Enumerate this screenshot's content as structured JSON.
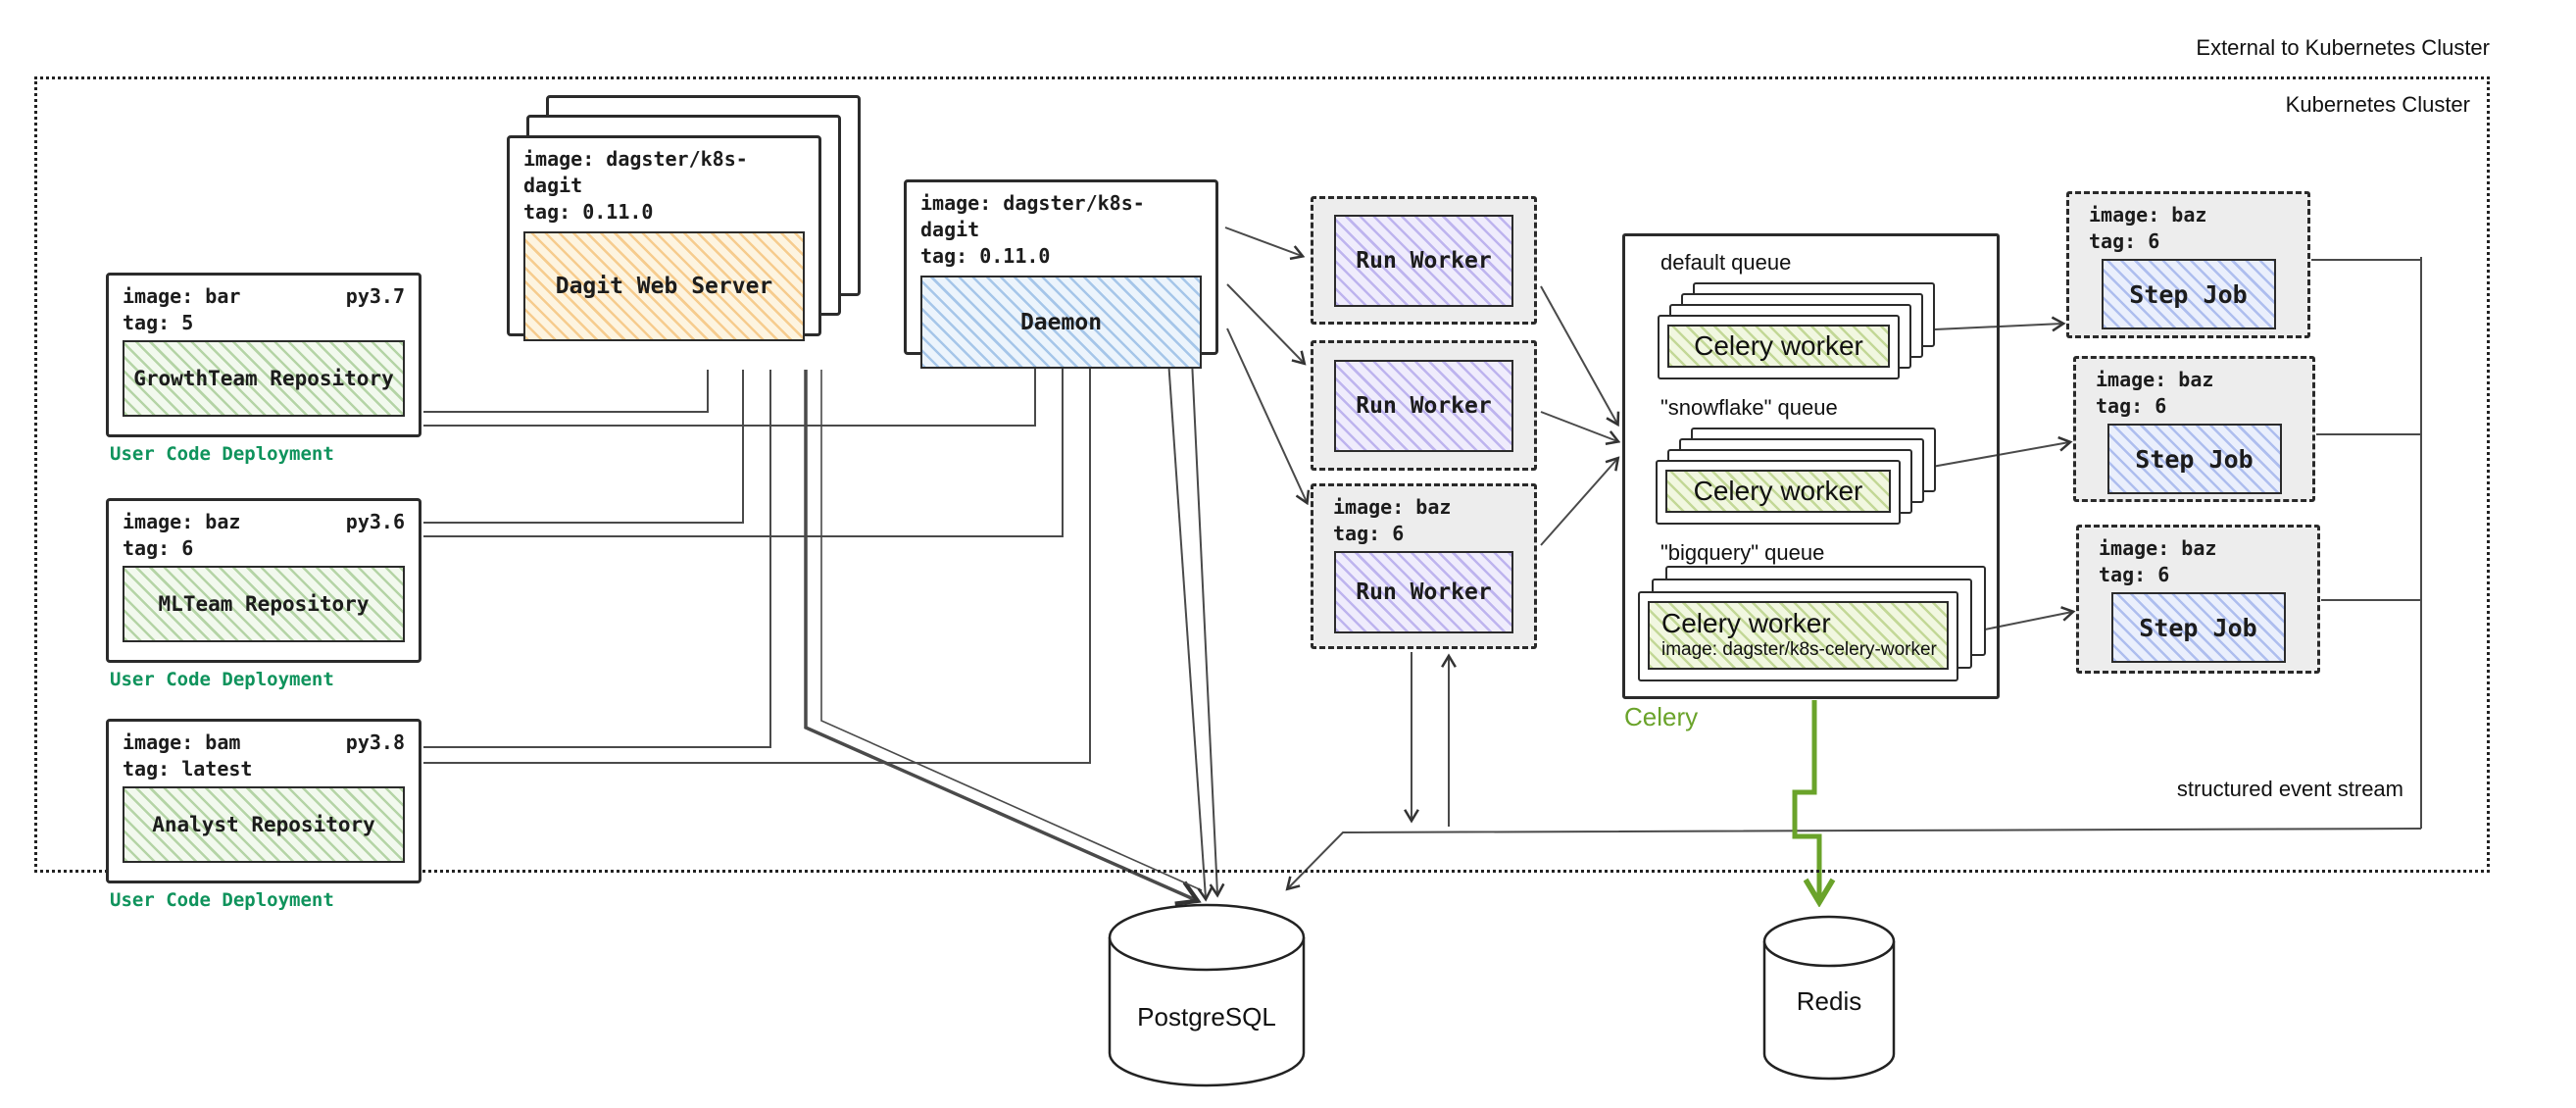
{
  "labels": {
    "external": "External to Kubernetes Cluster",
    "cluster": "Kubernetes Cluster",
    "event_stream": "structured event stream"
  },
  "repos": [
    {
      "image": "image: bar",
      "py": "py3.7",
      "tag": "tag: 5",
      "name": "GrowthTeam Repository",
      "caption": "User Code Deployment"
    },
    {
      "image": "image: baz",
      "py": "py3.6",
      "tag": "tag: 6",
      "name": "MLTeam Repository",
      "caption": "User Code Deployment"
    },
    {
      "image": "image: bam",
      "py": "py3.8",
      "tag": "tag: latest",
      "name": "Analyst Repository",
      "caption": "User Code Deployment"
    }
  ],
  "dagit": {
    "image": "image: dagster/k8s-dagit",
    "tag": "tag: 0.11.0",
    "label": "Dagit Web Server"
  },
  "daemon": {
    "image": "image: dagster/k8s-dagit",
    "tag": "tag: 0.11.0",
    "label": "Daemon"
  },
  "run_workers": [
    {
      "label": "Run Worker"
    },
    {
      "label": "Run Worker"
    },
    {
      "label": "Run Worker",
      "image": "image: baz",
      "tag": "tag: 6"
    }
  ],
  "celery": {
    "label": "Celery",
    "queues": [
      {
        "name": "default queue",
        "worker": "Celery worker"
      },
      {
        "name": "\"snowflake\" queue",
        "worker": "Celery worker"
      },
      {
        "name": "\"bigquery\" queue",
        "worker": "Celery worker",
        "worker_image": "image: dagster/k8s-celery-worker"
      }
    ]
  },
  "step_jobs": [
    {
      "image": "image: baz",
      "tag": "tag: 6",
      "label": "Step Job"
    },
    {
      "image": "image: baz",
      "tag": "tag: 6",
      "label": "Step Job"
    },
    {
      "image": "image: baz",
      "tag": "tag: 6",
      "label": "Step Job"
    }
  ],
  "databases": {
    "postgres": "PostgreSQL",
    "redis": "Redis"
  },
  "colors": {
    "celery_green": "#6aa32a",
    "deployment_green": "#0f935c"
  }
}
